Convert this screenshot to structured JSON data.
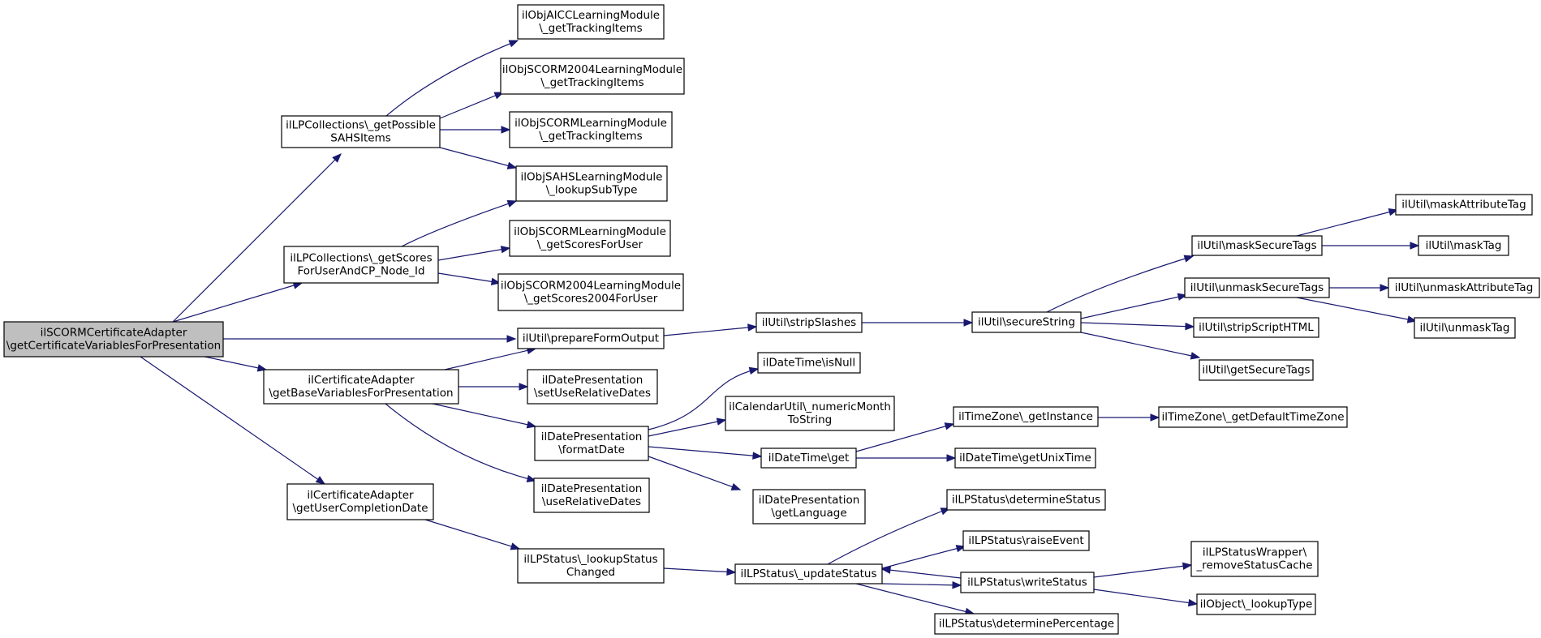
{
  "colors": {
    "edge": "#191970",
    "root_fill": "#bfbfbf",
    "node_fill": "#ffffff",
    "border": "#000000"
  },
  "nodes": [
    {
      "id": "root",
      "lines": [
        "ilSCORMCertificateAdapter",
        "\\getCertificateVariablesForPresentation"
      ],
      "root": true
    },
    {
      "id": "n1",
      "lines": [
        "ilLPCollections\\_getPossible",
        "SAHSItems"
      ]
    },
    {
      "id": "n2",
      "lines": [
        "ilLPCollections\\_getScores",
        "ForUserAndCP_Node_Id"
      ]
    },
    {
      "id": "n3",
      "lines": [
        "ilUtil\\prepareFormOutput"
      ]
    },
    {
      "id": "n4",
      "lines": [
        "ilCertificateAdapter",
        "\\getBaseVariablesForPresentation"
      ]
    },
    {
      "id": "n5",
      "lines": [
        "ilCertificateAdapter",
        "\\getUserCompletionDate"
      ]
    },
    {
      "id": "n6",
      "lines": [
        "ilObjAICCLearningModule",
        "\\_getTrackingItems"
      ]
    },
    {
      "id": "n7",
      "lines": [
        "ilObjSCORM2004LearningModule",
        "\\_getTrackingItems"
      ]
    },
    {
      "id": "n8",
      "lines": [
        "ilObjSCORMLearningModule",
        "\\_getTrackingItems"
      ]
    },
    {
      "id": "n9",
      "lines": [
        "ilObjSAHSLearningModule",
        "\\_lookupSubType"
      ]
    },
    {
      "id": "n10",
      "lines": [
        "ilObjSCORMLearningModule",
        "\\_getScoresForUser"
      ]
    },
    {
      "id": "n11",
      "lines": [
        "ilObjSCORM2004LearningModule",
        "\\_getScores2004ForUser"
      ]
    },
    {
      "id": "n12",
      "lines": [
        "ilUtil\\stripSlashes"
      ]
    },
    {
      "id": "n13",
      "lines": [
        "ilDatePresentation",
        "\\setUseRelativeDates"
      ]
    },
    {
      "id": "n14",
      "lines": [
        "ilDatePresentation",
        "\\formatDate"
      ]
    },
    {
      "id": "n15",
      "lines": [
        "ilDatePresentation",
        "\\useRelativeDates"
      ]
    },
    {
      "id": "n16",
      "lines": [
        "ilLPStatus\\_lookupStatus",
        "Changed"
      ]
    },
    {
      "id": "n17",
      "lines": [
        "ilUtil\\secureString"
      ]
    },
    {
      "id": "n18",
      "lines": [
        "ilDateTime\\isNull"
      ]
    },
    {
      "id": "n19",
      "lines": [
        "ilCalendarUtil\\_numericMonth",
        "ToString"
      ]
    },
    {
      "id": "n20",
      "lines": [
        "ilDateTime\\get"
      ]
    },
    {
      "id": "n21",
      "lines": [
        "ilDatePresentation",
        "\\getLanguage"
      ]
    },
    {
      "id": "n22",
      "lines": [
        "ilLPStatus\\_updateStatus"
      ]
    },
    {
      "id": "n23",
      "lines": [
        "ilUtil\\maskSecureTags"
      ]
    },
    {
      "id": "n24",
      "lines": [
        "ilUtil\\unmaskSecureTags"
      ]
    },
    {
      "id": "n25",
      "lines": [
        "ilUtil\\stripScriptHTML"
      ]
    },
    {
      "id": "n26",
      "lines": [
        "ilUtil\\getSecureTags"
      ]
    },
    {
      "id": "n27",
      "lines": [
        "ilTimeZone\\_getInstance"
      ]
    },
    {
      "id": "n28",
      "lines": [
        "ilDateTime\\getUnixTime"
      ]
    },
    {
      "id": "n29",
      "lines": [
        "ilLPStatus\\determineStatus"
      ]
    },
    {
      "id": "n30",
      "lines": [
        "ilLPStatus\\raiseEvent"
      ]
    },
    {
      "id": "n31",
      "lines": [
        "ilLPStatus\\writeStatus"
      ]
    },
    {
      "id": "n32",
      "lines": [
        "ilLPStatus\\determinePercentage"
      ]
    },
    {
      "id": "n33",
      "lines": [
        "ilUtil\\maskAttributeTag"
      ]
    },
    {
      "id": "n34",
      "lines": [
        "ilUtil\\maskTag"
      ]
    },
    {
      "id": "n35",
      "lines": [
        "ilUtil\\unmaskAttributeTag"
      ]
    },
    {
      "id": "n36",
      "lines": [
        "ilUtil\\unmaskTag"
      ]
    },
    {
      "id": "n37",
      "lines": [
        "ilTimeZone\\_getDefaultTimeZone"
      ]
    },
    {
      "id": "n38",
      "lines": [
        "ilLPStatusWrapper\\",
        "_removeStatusCache"
      ]
    },
    {
      "id": "n39",
      "lines": [
        "ilObject\\_lookupType"
      ]
    }
  ],
  "edges": [
    [
      "root",
      "n1"
    ],
    [
      "root",
      "n2"
    ],
    [
      "root",
      "n3"
    ],
    [
      "root",
      "n4"
    ],
    [
      "root",
      "n5"
    ],
    [
      "n1",
      "n6"
    ],
    [
      "n1",
      "n7"
    ],
    [
      "n1",
      "n8"
    ],
    [
      "n1",
      "n9"
    ],
    [
      "n2",
      "n9"
    ],
    [
      "n2",
      "n10"
    ],
    [
      "n2",
      "n11"
    ],
    [
      "n3",
      "n12"
    ],
    [
      "n4",
      "n3"
    ],
    [
      "n4",
      "n13"
    ],
    [
      "n4",
      "n14"
    ],
    [
      "n4",
      "n15"
    ],
    [
      "n5",
      "n16"
    ],
    [
      "n12",
      "n17"
    ],
    [
      "n14",
      "n18"
    ],
    [
      "n14",
      "n19"
    ],
    [
      "n14",
      "n20"
    ],
    [
      "n14",
      "n21"
    ],
    [
      "n16",
      "n22"
    ],
    [
      "n17",
      "n23"
    ],
    [
      "n17",
      "n24"
    ],
    [
      "n17",
      "n25"
    ],
    [
      "n17",
      "n26"
    ],
    [
      "n20",
      "n27"
    ],
    [
      "n20",
      "n28"
    ],
    [
      "n22",
      "n29"
    ],
    [
      "n22",
      "n30"
    ],
    [
      "n22",
      "n31"
    ],
    [
      "n22",
      "n32"
    ],
    [
      "n23",
      "n33"
    ],
    [
      "n23",
      "n34"
    ],
    [
      "n24",
      "n35"
    ],
    [
      "n24",
      "n36"
    ],
    [
      "n27",
      "n37"
    ],
    [
      "n31",
      "n22"
    ],
    [
      "n31",
      "n38"
    ],
    [
      "n31",
      "n39"
    ]
  ]
}
